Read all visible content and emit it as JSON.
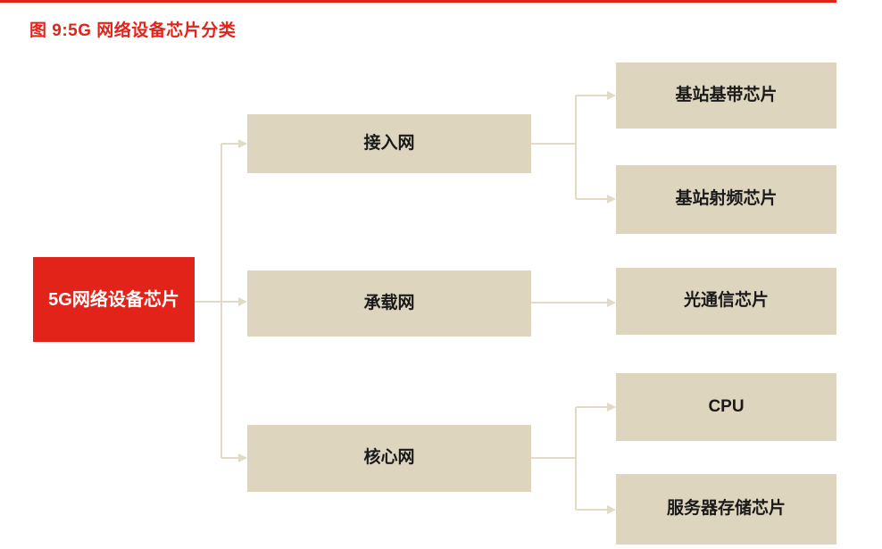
{
  "title": {
    "text": "图 9:5G 网络设备芯片分类"
  },
  "colors": {
    "accent_red": "#E2231A",
    "box_fill": "#DED5BF",
    "connector": "#E3DAC5",
    "box_text": "#1A1A1A",
    "root_text": "#FFFFFF",
    "background": "#FFFFFF"
  },
  "tree": {
    "root": {
      "label": "5G网络设备芯片"
    },
    "level1": [
      {
        "label": "接入网",
        "children": [
          "基站基带芯片",
          "基站射频芯片"
        ]
      },
      {
        "label": "承载网",
        "children": [
          "光通信芯片"
        ]
      },
      {
        "label": "核心网",
        "children": [
          "CPU",
          "服务器存储芯片"
        ]
      }
    ],
    "level2": [
      {
        "label": "基站基带芯片",
        "parent": "接入网"
      },
      {
        "label": "基站射频芯片",
        "parent": "接入网"
      },
      {
        "label": "光通信芯片",
        "parent": "承载网"
      },
      {
        "label": "CPU",
        "parent": "核心网"
      },
      {
        "label": "服务器存储芯片",
        "parent": "核心网"
      }
    ]
  }
}
